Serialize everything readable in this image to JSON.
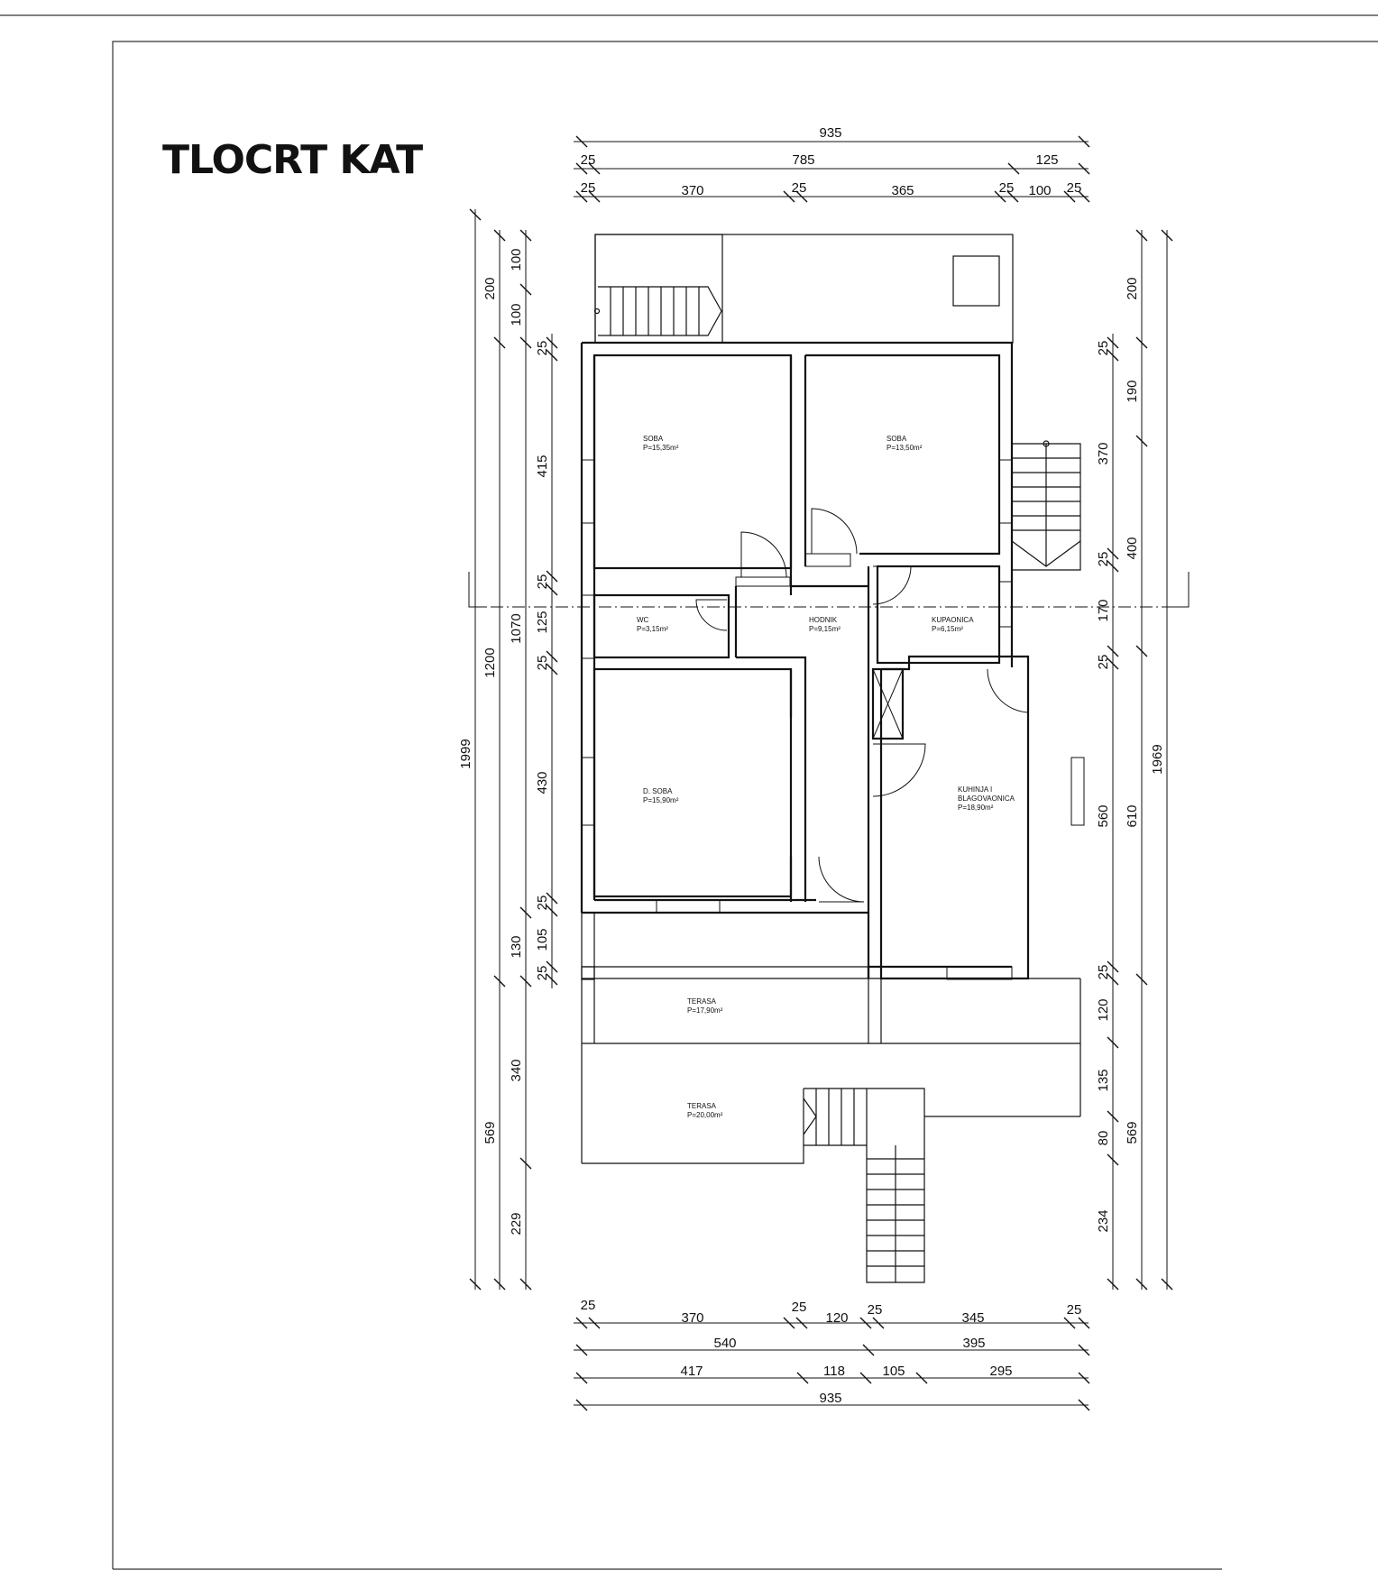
{
  "title": "TLOCRT KAT",
  "rooms": [
    {
      "name": "SOBA",
      "area": "P=15,35m²"
    },
    {
      "name": "SOBA",
      "area": "P=13,50m²"
    },
    {
      "name": "WC",
      "area": "P=3,15m²"
    },
    {
      "name": "HODNIK",
      "area": "P=9,15m²"
    },
    {
      "name": "KUPAONICA",
      "area": "P=6,15m²"
    },
    {
      "name": "D. SOBA",
      "area": "P=15,90m²"
    },
    {
      "name": "KUHINJA I",
      "name2": "BLAGOVAONICA",
      "area": "P=18,90m²"
    },
    {
      "name": "TERASA",
      "area": "P=17,90m²"
    },
    {
      "name": "TERASA",
      "area": "P=20,00m²"
    }
  ],
  "dims_top": {
    "total": "935",
    "row2": [
      "25",
      "785",
      "125"
    ],
    "row3": [
      "25",
      "370",
      "25",
      "365",
      "25",
      "100",
      "25"
    ]
  },
  "dims_bottom": {
    "row1": [
      "25",
      "370",
      "25",
      "120",
      "25",
      "345",
      "25"
    ],
    "row2": [
      "540",
      "395"
    ],
    "row3": [
      "417",
      "118",
      "105",
      "295"
    ],
    "total": "935"
  },
  "dims_left": {
    "overall": "1999",
    "col2": [
      "200",
      "1200",
      "569"
    ],
    "col3": [
      "100",
      "100",
      "1070",
      "130",
      "340",
      "229"
    ],
    "col4": [
      "25",
      "415",
      "25",
      "125",
      "25",
      "430",
      "25",
      "105",
      "25"
    ]
  },
  "dims_right": {
    "col1": [
      "25",
      "370",
      "25",
      "170",
      "25",
      "560",
      "25",
      "120",
      "135",
      "80",
      "234"
    ],
    "col2": [
      "200",
      "190",
      "400",
      "610",
      "569"
    ],
    "overall": "1969"
  }
}
